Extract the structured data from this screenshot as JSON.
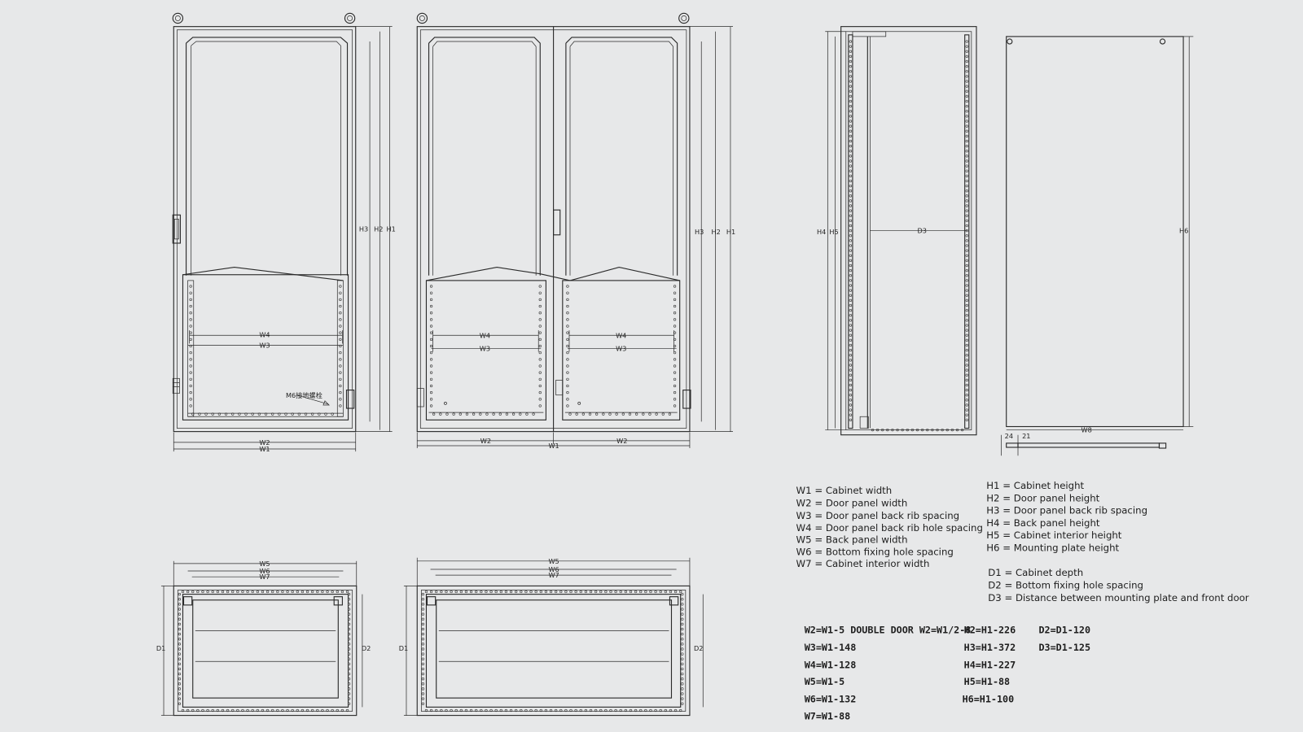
{
  "views": {
    "single_front": {
      "labels": {
        "h3": "H3",
        "h2": "H2",
        "h1": "H1",
        "w4": "W4",
        "w3": "W3",
        "w2": "W2",
        "w1": "W1",
        "note": "M6接地螺栓"
      }
    },
    "double_front": {
      "labels": {
        "h3": "H3",
        "h2": "H2",
        "h1": "H1",
        "w4a": "W4",
        "w3a": "W3",
        "w4b": "W4",
        "w3b": "W3",
        "w2a": "W2",
        "w1": "W1",
        "w2b": "W2"
      }
    },
    "side": {
      "labels": {
        "h4": "H4",
        "h5": "H5",
        "d3": "D3"
      }
    },
    "mounting_plate": {
      "labels": {
        "h6": "H6",
        "w8": "W8",
        "d24": "24",
        "d21": "21"
      }
    },
    "plan_single": {
      "labels": {
        "w5": "W5",
        "w6": "W6",
        "w7": "W7",
        "d1": "D1",
        "d2": "D2"
      }
    },
    "plan_double": {
      "labels": {
        "w5": "W5",
        "w6": "W6",
        "w7": "W7",
        "d1": "D1",
        "d2": "D2"
      }
    }
  },
  "legend": {
    "widths": [
      "W1 = Cabinet width",
      "W2 = Door panel width",
      "W3 = Door panel back rib spacing",
      "W4 = Door panel back rib hole spacing",
      "W5 = Back panel width",
      "W6 = Bottom fixing hole spacing",
      "W7 = Cabinet interior width"
    ],
    "heights": [
      "H1 = Cabinet height",
      "H2 = Door panel height",
      "H3 = Door panel back rib spacing",
      "H4 = Back panel height",
      "H5 = Cabinet interior height",
      "H6 = Mounting plate height"
    ],
    "depths": [
      "D1 = Cabinet depth",
      "D2 = Bottom fixing hole spacing",
      "D3 = Distance between mounting plate and front door"
    ]
  },
  "formulas": {
    "widths": [
      "W2=W1-5  DOUBLE DOOR W2=W1/2-8",
      "W3=W1-148",
      "W4=W1-128",
      "W5=W1-5",
      "W6=W1-132",
      "W7=W1-88"
    ],
    "heights": [
      "H2=H1-226",
      "H3=H1-372",
      "H4=H1-227",
      "H5=H1-88",
      "H6=H1-100"
    ],
    "depths": [
      "D2=D1-120",
      "D3=D1-125"
    ]
  },
  "colors": {
    "background": "#e7e8e9",
    "line": "#2a2a2a"
  }
}
